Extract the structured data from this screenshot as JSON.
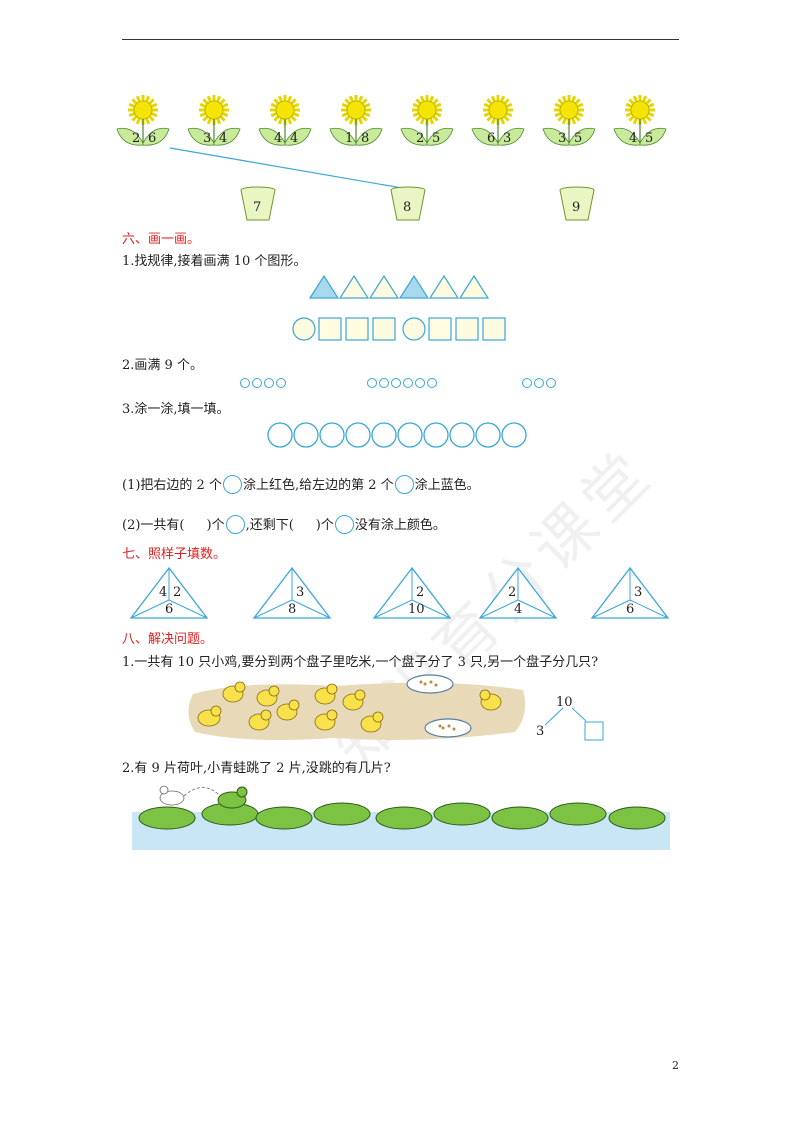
{
  "flowers": [
    {
      "left": "2",
      "right": "6"
    },
    {
      "left": "3",
      "right": "4"
    },
    {
      "left": "4",
      "right": "4"
    },
    {
      "left": "1",
      "right": "8"
    },
    {
      "left": "2",
      "right": "5"
    },
    {
      "left": "6",
      "right": "3"
    },
    {
      "left": "3",
      "right": "5"
    },
    {
      "left": "4",
      "right": "5"
    }
  ],
  "pots": [
    "7",
    "8",
    "9"
  ],
  "section6": {
    "title": "六、画一画。",
    "q1": "1.找规律,接着画满 10 个图形。",
    "q2": "2.画满 9 个。",
    "q3": "3.涂一涂,填一填。",
    "q3_1a": "(1)把右边的 2 个",
    "q3_1b": "涂上红色,给左边的第 2 个",
    "q3_1c": "涂上蓝色。",
    "q3_2a": "(2)一共有(",
    "q3_2b": ")个",
    "q3_2c": ",还剩下(",
    "q3_2d": ")个",
    "q3_2e": "没有涂上颜色。"
  },
  "section7": {
    "title": "七、照样子填数。",
    "triangles": [
      {
        "top": "",
        "left": "4",
        "right": "2",
        "bottom": "6"
      },
      {
        "top": "",
        "left": "",
        "right": "3",
        "bottom": "8"
      },
      {
        "top": "",
        "left": "",
        "right": "2",
        "bottom": "10"
      },
      {
        "top": "",
        "left": "2",
        "right": "",
        "bottom": "4"
      },
      {
        "top": "",
        "left": "",
        "right": "3",
        "bottom": "6"
      }
    ]
  },
  "section8": {
    "title": "八、解决问题。",
    "q1": "1.一共有 10 只小鸡,要分到两个盘子里吃米,一个盘子分了 3 只,另一个盘子分几只?",
    "q1_total": "10",
    "q1_part": "3",
    "q2": "2.有 9 片荷叶,小青蛙跳了 2 片,没跳的有几片?"
  },
  "watermark": "知识育分课堂",
  "page_number": "2",
  "colors": {
    "accent": "#3aa7d8",
    "fill": "#a8d8ec",
    "green": "#7cc243",
    "yellow": "#f4e400",
    "red": "#e01f1f"
  }
}
